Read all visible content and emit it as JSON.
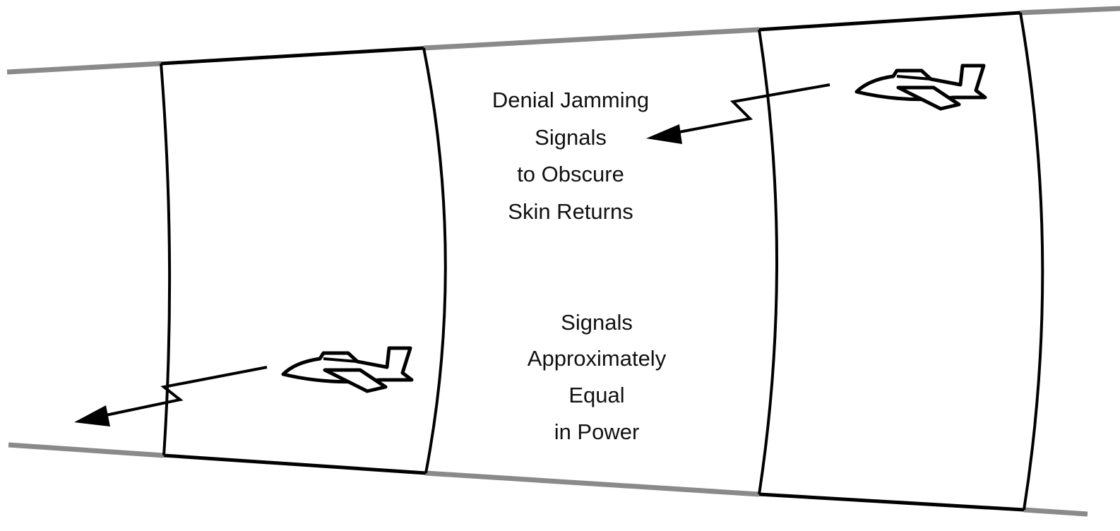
{
  "labels": {
    "denial": [
      "Denial Jamming",
      "Signals",
      "to Obscure",
      "Skin Returns"
    ],
    "equal": [
      "Signals",
      "Approximately",
      "Equal",
      "in Power"
    ]
  },
  "colors": {
    "ink": "#000000",
    "beam_edge": "#8a8a8a"
  }
}
